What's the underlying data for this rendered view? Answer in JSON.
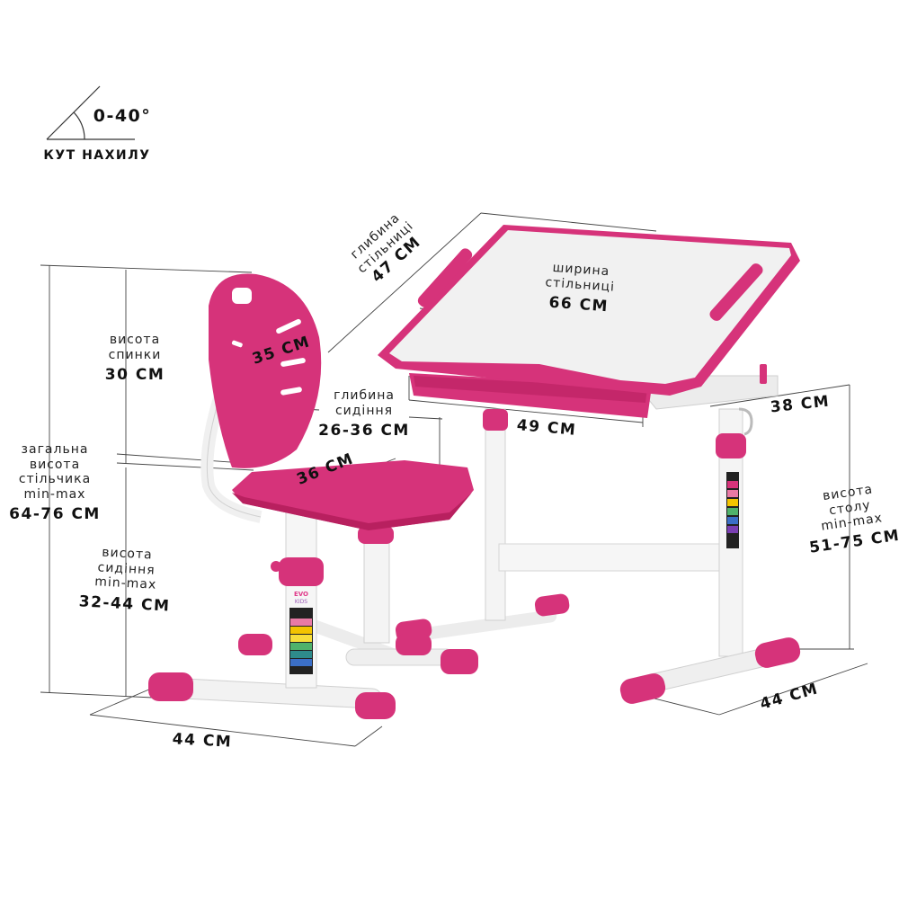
{
  "tilt": {
    "value": "0-40°",
    "caption": "КУТ НАХИЛУ"
  },
  "colors": {
    "accent": "#d6337a",
    "accent_dark": "#b8205f",
    "frame": "#f2f2f2",
    "frame_shadow": "#cfcfcf",
    "top": "#f1f1f1",
    "line": "#333333"
  },
  "desk": {
    "tabletop_depth": {
      "caption_1": "глибина",
      "caption_2": "стільниці",
      "value": "47 СМ"
    },
    "tabletop_width": {
      "caption_1": "ширина",
      "caption_2": "стільниці",
      "value": "66 СМ"
    },
    "drawer_width": {
      "value": "49 СМ"
    },
    "shelf_depth": {
      "value": "38 СМ"
    },
    "height": {
      "caption_1": "висота",
      "caption_2": "столу",
      "caption_3": "min-max",
      "value": "51-75 СМ"
    },
    "base_width": {
      "value": "44 СМ"
    }
  },
  "chair": {
    "backrest_width": {
      "value": "35 СМ"
    },
    "backrest_height": {
      "caption_1": "висота",
      "caption_2": "спинки",
      "value": "30 СМ"
    },
    "seat_depth": {
      "caption_1": "глибина",
      "caption_2": "сидіння",
      "value": "26-36 СМ"
    },
    "seat_width": {
      "value": "36 СМ"
    },
    "total_height": {
      "caption_1": "загальна",
      "caption_2": "висота",
      "caption_3": "стільчика",
      "caption_4": "min-max",
      "value": "64-76 СМ"
    },
    "seat_height": {
      "caption_1": "висота",
      "caption_2": "сидіння",
      "caption_3": "min-max",
      "value": "32-44 СМ"
    },
    "base_width": {
      "value": "44 СМ"
    }
  },
  "brand_sticker": {
    "line_1": "EVO",
    "line_2": "KIDS"
  }
}
